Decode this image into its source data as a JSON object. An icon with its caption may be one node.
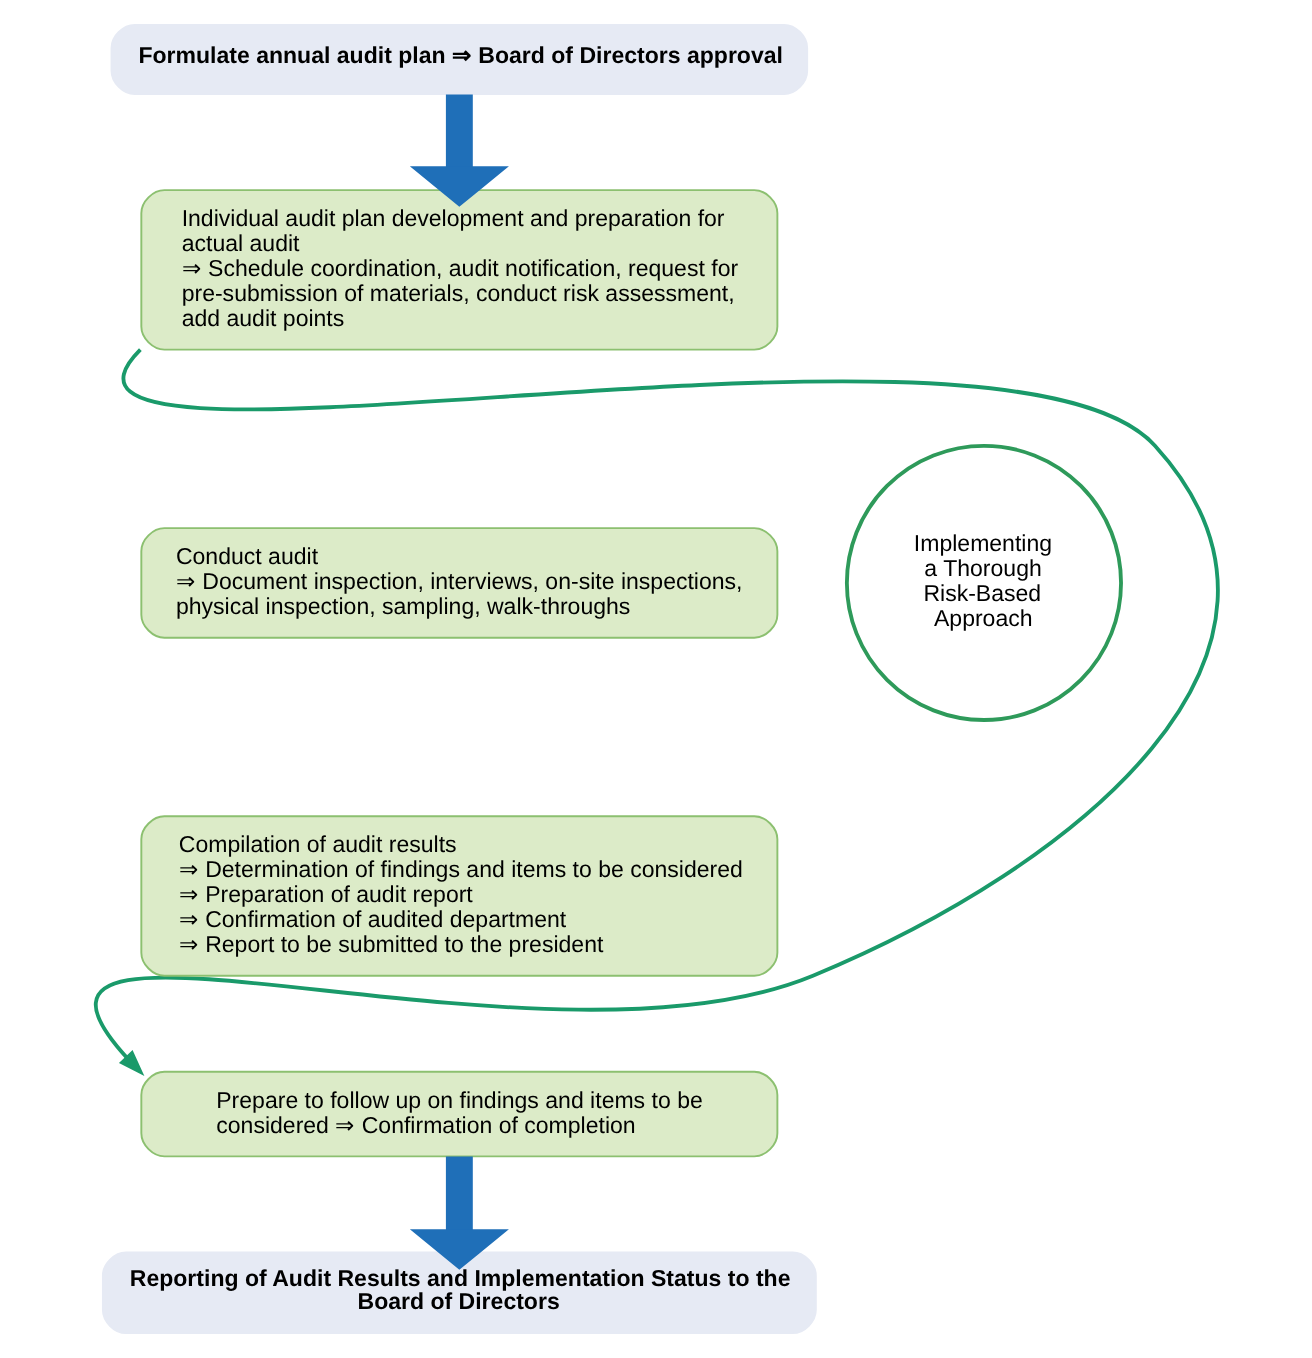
{
  "diagram": {
    "nodes": [
      {
        "text": [
          "Formulate annual audit plan ⇒ Board of Directors approval"
        ]
      },
      {
        "text": [
          "Individual audit plan development and preparation for actual audit",
          "⇒ Schedule coordination, audit notification, request for pre-submission of materials, conduct risk assessment, add audit points"
        ]
      },
      {
        "text": [
          "Conduct audit",
          "⇒ Document inspection, interviews, on-site inspections, physical inspection, sampling, walk-throughs"
        ]
      },
      {
        "text": [
          "Compilation of audit results",
          "⇒ Determination of findings and items to be considered",
          "⇒ Preparation of audit report",
          "⇒ Confirmation of audited department",
          "⇒ Report to be submitted to the president"
        ]
      },
      {
        "text": [
          "Prepare to follow up on findings and items to be considered ⇒ Confirmation of completion"
        ]
      },
      {
        "text": [
          "Reporting of Audit Results and Implementation Status to the Board of Directors"
        ]
      },
      {
        "text": [
          "Implementing a Thorough Risk-Based Approach"
        ]
      }
    ],
    "edges": [
      {
        "from": 0,
        "to": 1,
        "arrow": "to"
      },
      {
        "from": 4,
        "to": 5,
        "arrow": "to"
      },
      {
        "from": 1,
        "to": 4,
        "arrow": "to",
        "color": "#1a9a6a"
      }
    ]
  }
}
